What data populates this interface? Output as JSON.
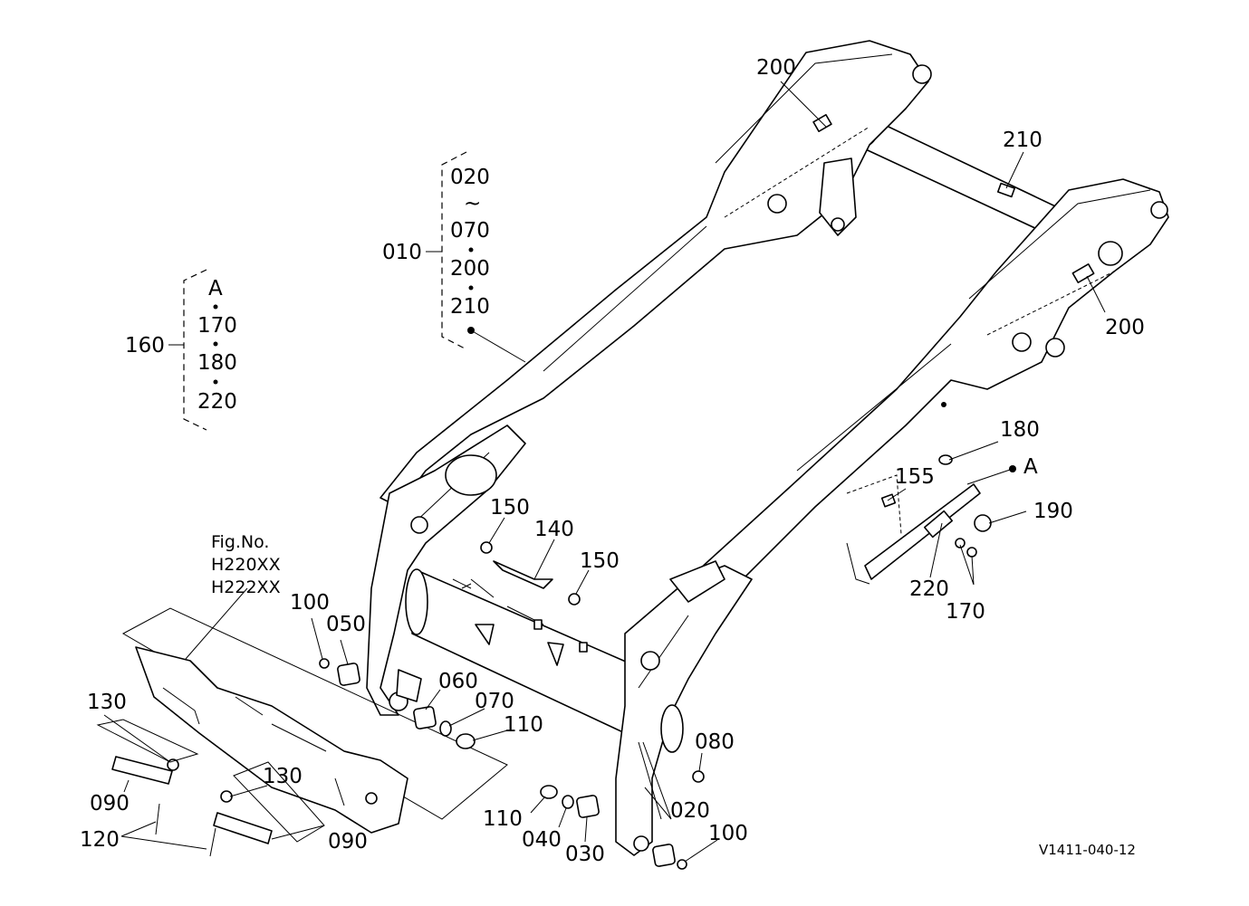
{
  "drawing_code": "V1411-040-12",
  "figure_ref": {
    "title": "Fig.No.",
    "lines": [
      "H220XX",
      "H222XX"
    ]
  },
  "group_010": {
    "number": "010",
    "items": [
      "020",
      "~",
      "070",
      "200",
      "210"
    ]
  },
  "group_160": {
    "number": "160",
    "items": [
      "A",
      "170",
      "180",
      "220"
    ]
  },
  "callouts": {
    "c200_top": "200",
    "c210": "210",
    "c200_right": "200",
    "c180": "180",
    "cA": "A",
    "c155": "155",
    "c190": "190",
    "c220": "220",
    "c170": "170",
    "c150_left": "150",
    "c140": "140",
    "c150_right": "150",
    "c100_top": "100",
    "c050": "050",
    "c060": "060",
    "c070": "070",
    "c110_top": "110",
    "c080": "080",
    "c020": "020",
    "c100_bottom": "100",
    "c110_bottom": "110",
    "c040": "040",
    "c030": "030",
    "c130_left": "130",
    "c130_right": "130",
    "c090_left": "090",
    "c090_right": "090",
    "c120": "120"
  }
}
